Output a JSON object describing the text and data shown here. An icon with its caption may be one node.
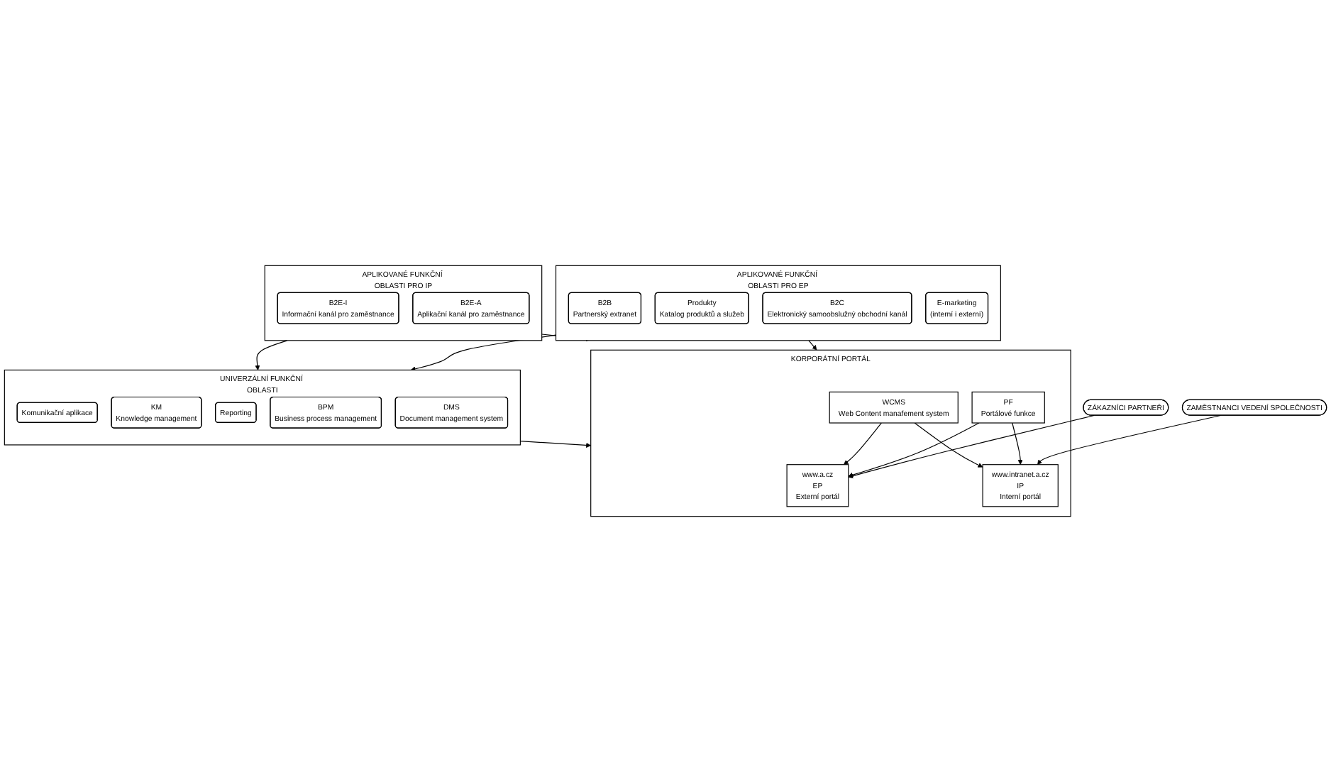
{
  "diagram": {
    "nodes": [
      {
        "text": [
          "ZÁKAZNÍCI PARTNEŘI"
        ]
      },
      {
        "text": [
          "ZAMĚSTNANCI VEDENÍ SPOLEČNOSTI"
        ]
      },
      {
        "text": [
          "KORPORÁTNÍ PORTÁL"
        ]
      },
      {
        "text": [
          "www.a.cz",
          "EP",
          "Externí portál"
        ],
        "in": 2
      },
      {
        "text": [
          "WCMS",
          "Web Content manafement system"
        ],
        "in": 2
      },
      {
        "text": [
          "PF",
          "Portálové funkce"
        ],
        "in": 2
      },
      {
        "text": [
          "www.intranet.a.cz",
          "IP",
          "Interní portál"
        ],
        "in": 2
      },
      {
        "text": [
          "APLIKOVANÉ FUNKČNÍ OBLASTI PRO EP"
        ]
      },
      {
        "text": [
          "B2B",
          "Partnerský extranet"
        ],
        "in": 7
      },
      {
        "text": [
          "Produkty",
          "Katalog produktů a služeb"
        ],
        "in": 7
      },
      {
        "text": [
          "B2C",
          "Elektronický samoobslužný obchodní kanál"
        ],
        "in": 7
      },
      {
        "text": [
          "E-marketing",
          "(interní i externí)"
        ],
        "in": 7
      },
      {
        "text": [
          "UNIVERZÁLNÍ FUNKČNÍ OBLASTI"
        ]
      },
      {
        "text": [
          "Komunikační aplikace"
        ],
        "in": 12
      },
      {
        "text": [
          "KM",
          "Knowledge management"
        ],
        "in": 12
      },
      {
        "text": [
          "Reporting"
        ],
        "in": 12
      },
      {
        "text": [
          "BPM",
          "Business process management"
        ],
        "in": 12
      },
      {
        "text": [
          "DMS",
          "Document management system"
        ],
        "in": 12
      },
      {
        "text": [
          "APLIKOVANÉ FUNKČNÍ OBLASTI PRO IP"
        ]
      },
      {
        "text": [
          "B2E-I",
          "Informační kanál pro zaměstnance"
        ],
        "in": 18
      },
      {
        "text": [
          "B2E-A",
          "Aplikační kanál pro zaměstnance"
        ],
        "in": 18
      }
    ],
    "edges": [
      {
        "from": 0,
        "to": 3,
        "arrow": "to"
      },
      {
        "from": 1,
        "to": 6,
        "arrow": "to"
      },
      {
        "from": 5,
        "to": 3,
        "arrow": "to"
      },
      {
        "from": 4,
        "to": 3,
        "arrow": "to"
      },
      {
        "from": 5,
        "to": 6,
        "arrow": "to"
      },
      {
        "from": 4,
        "to": 6,
        "arrow": "to"
      },
      {
        "from": 7,
        "to": 2,
        "arrow": "to"
      },
      {
        "from": 12,
        "to": 2,
        "arrow": "to"
      },
      {
        "from": 18,
        "to": 2,
        "arrow": "to"
      },
      {
        "from": 7,
        "to": 12,
        "arrow": "to"
      },
      {
        "from": 18,
        "to": 12,
        "arrow": "to"
      }
    ]
  }
}
